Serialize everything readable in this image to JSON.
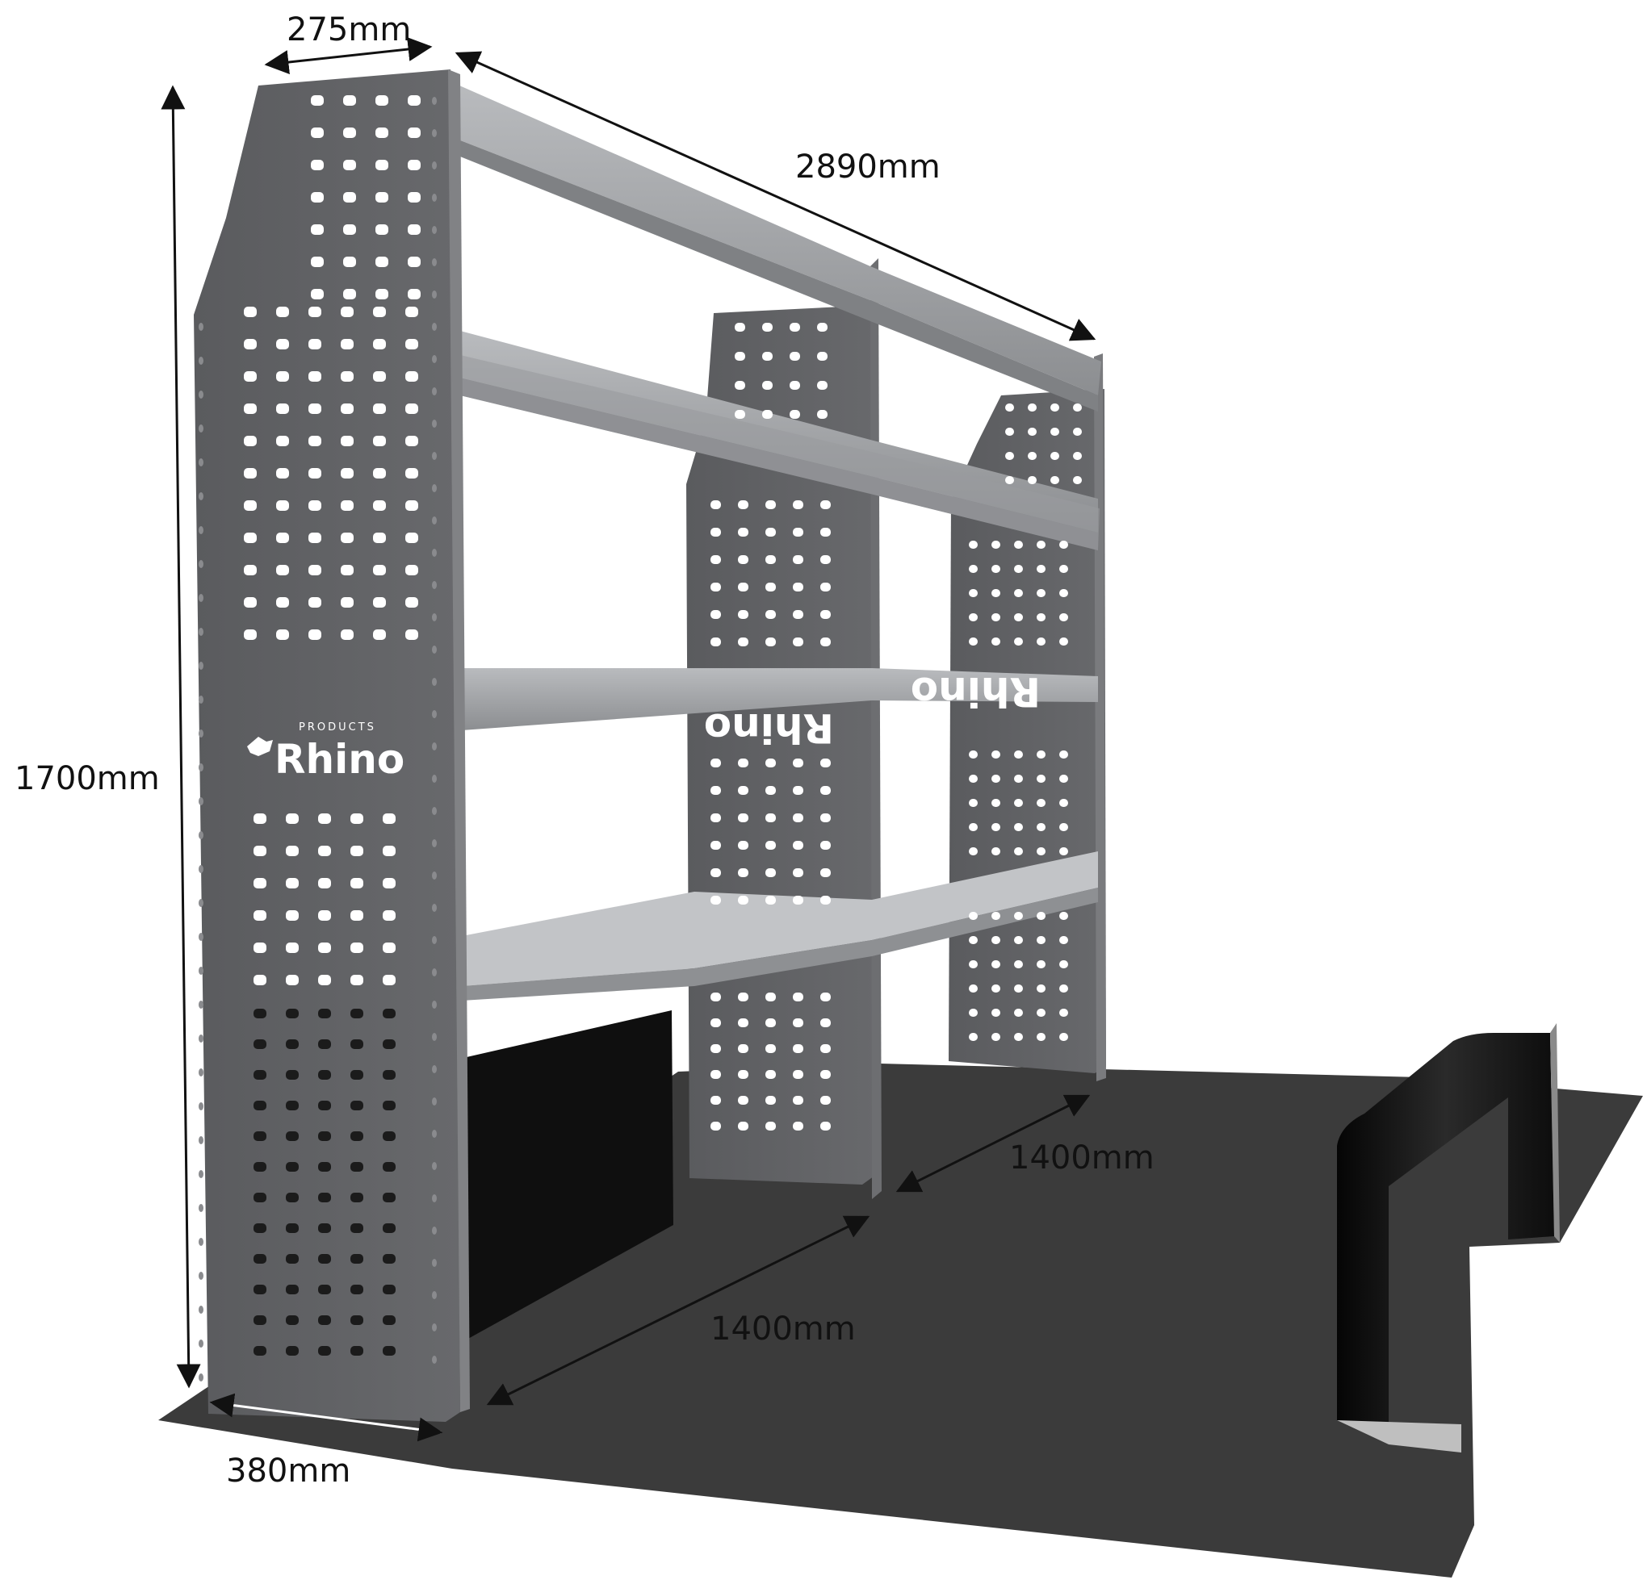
{
  "figure": {
    "brand": {
      "name": "Rhino",
      "tagline": "PRODUCTS"
    },
    "dimensions": {
      "top_depth": "275mm",
      "overall_length": "2890mm",
      "height": "1700mm",
      "bay_length_front": "1400mm",
      "bay_length_rear": "1400mm",
      "base_depth": "380mm"
    },
    "colors": {
      "panel": "#5f6063",
      "panel_dark": "#4a4b4e",
      "shelf": "#a7a9ac",
      "shelf_front": "#8f9194",
      "floor": "#3a3a3a",
      "arch": "#1a1a1a",
      "line": "#111111"
    }
  }
}
